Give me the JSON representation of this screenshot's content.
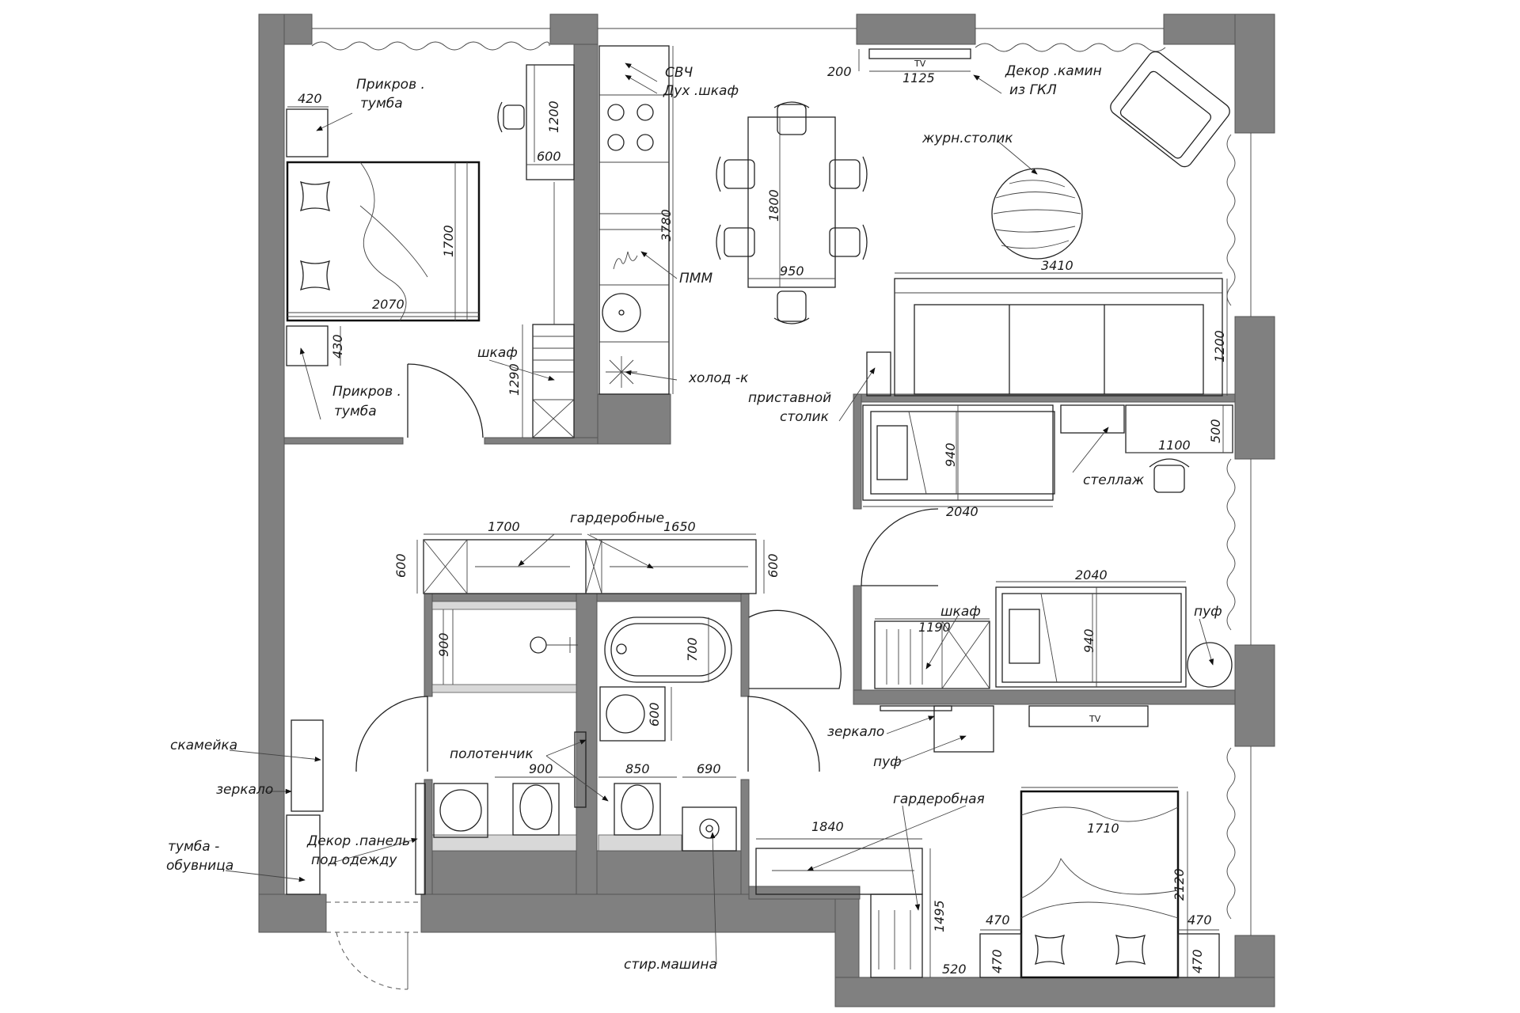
{
  "labels": {
    "prikrov_top": "Прикров .",
    "tumba_top": "тумба",
    "prikrov_bot": "Прикров .",
    "tumba_bot": "тумба",
    "shkaf_bedroom": "шкаф",
    "svch": "СВЧ",
    "dukh_shkaf": "Дух .шкаф",
    "pmm": "ПММ",
    "kholod": "холод -к",
    "dekor_kamin_1": "Декор .камин",
    "dekor_kamin_2": "из ГКЛ",
    "zhurn_stolik": "журн.столик",
    "pristavnoy_1": "приставной",
    "pristavnoy_2": "столик",
    "stellazh": "стеллаж",
    "garderobnye": "гардеробные",
    "shkaf_kids": "шкаф",
    "puf_kids": "пуф",
    "zerkalo_mid": "зеркало",
    "puf_mid": "пуф",
    "polotenchik": "полотенчик",
    "skameyka": "скамейка",
    "zerkalo_hall": "зеркало",
    "dekor_panel_1": "Декор .панель",
    "dekor_panel_2": "под одежду",
    "tumba_obuv_1": "тумба -",
    "tumba_obuv_2": "обувница",
    "garderobnaya": "гардеробная",
    "stir_mashina": "стир.машина",
    "tv_top": "TV",
    "tv_bottom": "TV"
  },
  "dimensions": {
    "d420": "420",
    "d1200_desk": "1200",
    "d600_desk": "600",
    "d1700_bed": "1700",
    "d2070": "2070",
    "d430": "430",
    "d1290": "1290",
    "d3780": "3780",
    "d200": "200",
    "d1125": "1125",
    "d1800": "1800",
    "d950": "950",
    "d3410": "3410",
    "d1200_sofa": "1200",
    "d500": "500",
    "d1100": "1100",
    "d940_top": "940",
    "d2040_top": "2040",
    "d1700_wardrobe": "1700",
    "d1650": "1650",
    "d600_left": "600",
    "d600_right": "600",
    "d900_shower": "900",
    "d700_bath": "700",
    "d600_sink": "600",
    "d1190": "1190",
    "d2040_bot": "2040",
    "d940_bot": "940",
    "d900_wc": "900",
    "d850": "850",
    "d690": "690",
    "d1840": "1840",
    "d1495": "1495",
    "d1710": "1710",
    "d2120": "2120",
    "d470_a": "470",
    "d470_b": "470",
    "d470_c": "470",
    "d470_d": "470",
    "d520": "520"
  }
}
